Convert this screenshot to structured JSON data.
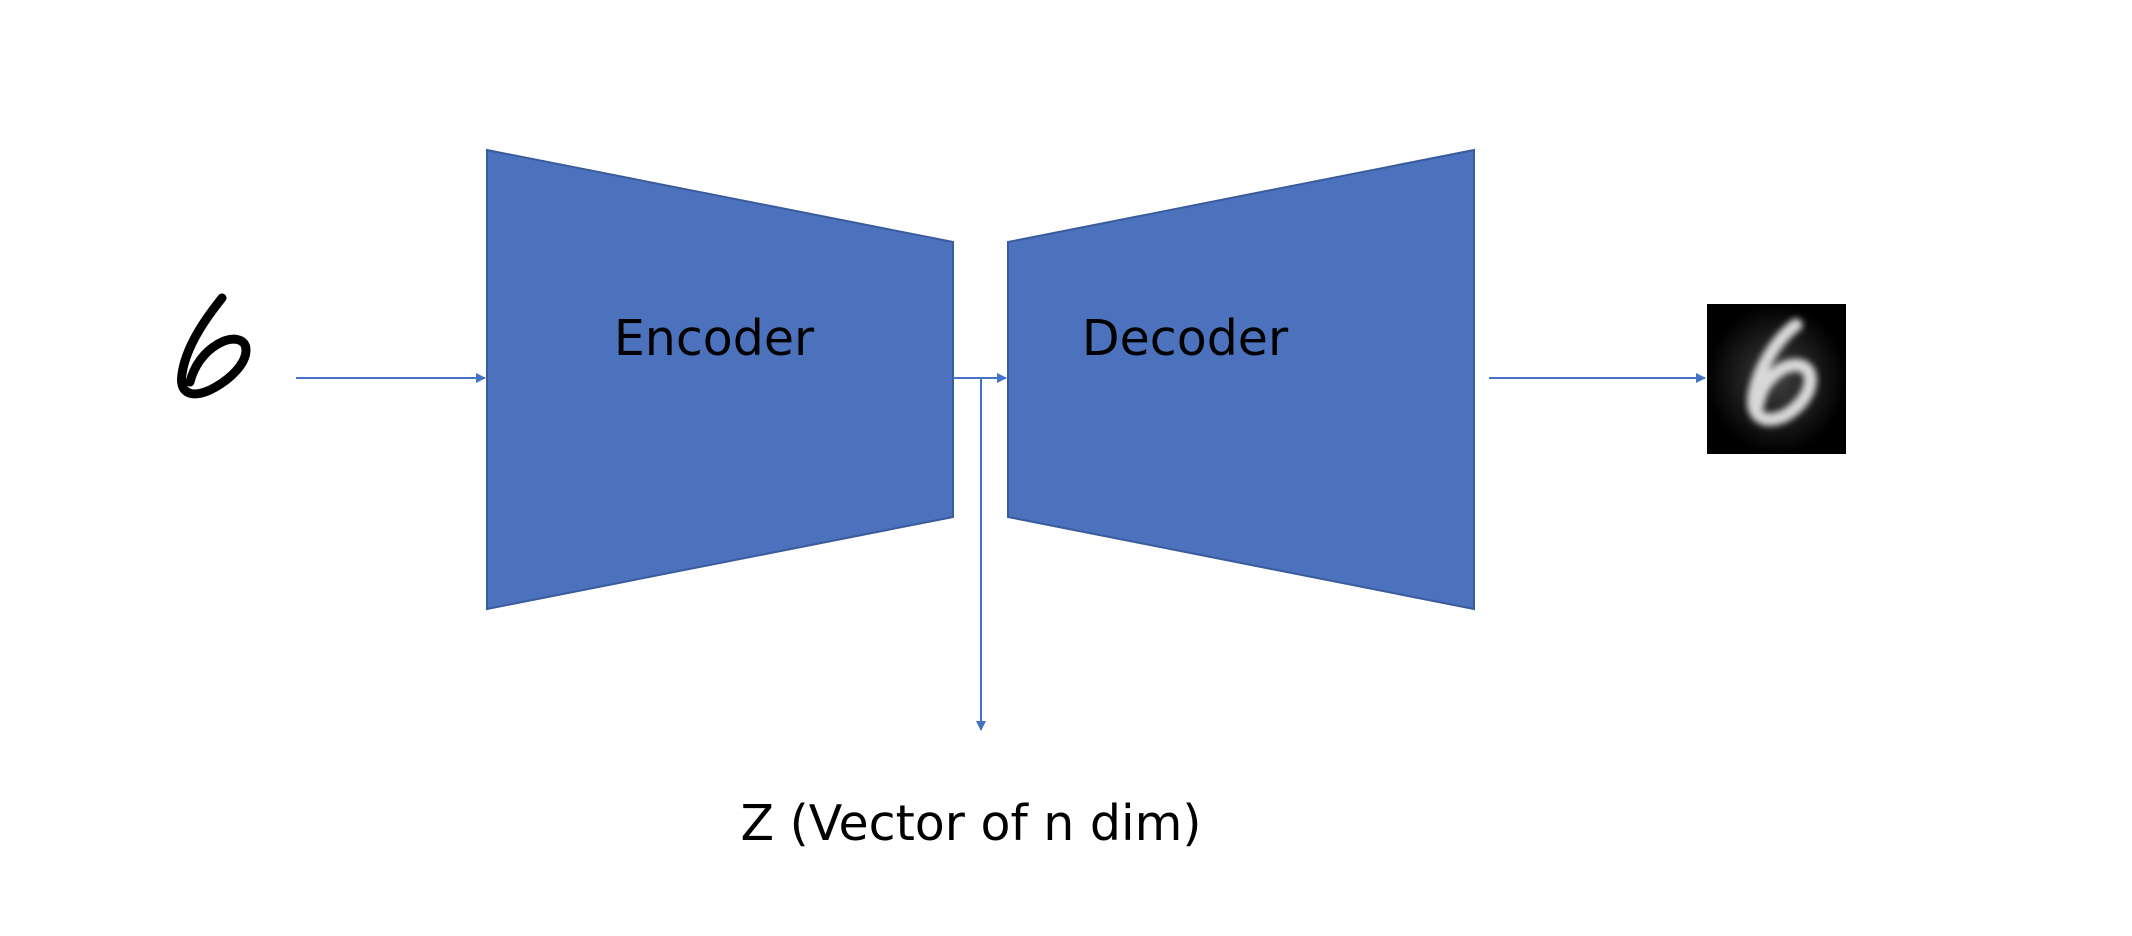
{
  "encoder": {
    "label": "Encoder"
  },
  "decoder": {
    "label": "Decoder"
  },
  "latent": {
    "label": "Z (Vector of n dim)"
  },
  "colors": {
    "block_fill": "#4C72BD",
    "block_stroke": "#3A5C9C",
    "arrow": "#4472C4",
    "output_bg": "#000000",
    "input_ink": "#000000"
  },
  "icons": {
    "input_image": "handwritten-digit-six",
    "output_image": "reconstructed-digit-six"
  }
}
